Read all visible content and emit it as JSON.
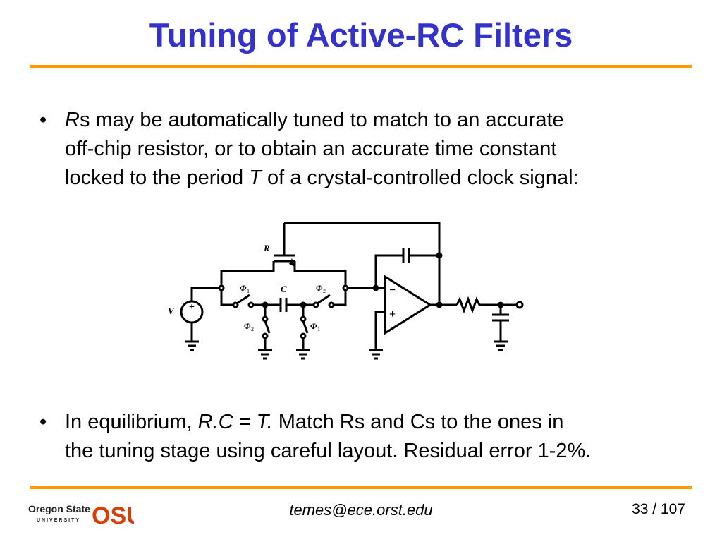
{
  "slide": {
    "title": "Tuning of Active-RC Filters",
    "bullet_char": "•",
    "bullet1": {
      "line1_r": "R",
      "line1_rest": "s may be automatically tuned to match to an accurate",
      "line2": "off-chip resistor, or to obtain an accurate time constant",
      "line3_a": "locked to the period ",
      "line3_t": "T",
      "line3_b": " of a crystal-controlled clock signal:"
    },
    "bullet2": {
      "line1_a": "In equilibrium, ",
      "line1_eq": "R.C = T.",
      "line1_b": " Match Rs and Cs to the ones in",
      "line2": "the tuning stage using careful layout. Residual error 1-2%."
    }
  },
  "schematic": {
    "label_r": "R",
    "label_v": "V",
    "label_c": "C",
    "label_phi": "Φ",
    "sub_1": "1",
    "sub_2": "2",
    "plus": "+",
    "minus": "−"
  },
  "footer": {
    "email": "temes@ece.orst.edu",
    "page": "33",
    "total": "/ 107",
    "logo_name": "Oregon State",
    "logo_sub": "UNIVERSITY",
    "logo_mark": "OSU"
  },
  "colors": {
    "title": "#3333cc",
    "rule": "#ff9900",
    "osu": "#d73f09"
  }
}
